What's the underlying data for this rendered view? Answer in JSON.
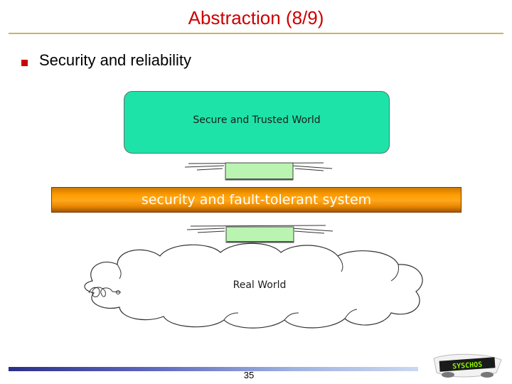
{
  "slide": {
    "title": "Abstraction (8/9)",
    "bullet": "Security and reliability",
    "page_number": "35"
  },
  "diagram": {
    "top_box_label": "Secure and Trusted World",
    "middle_bar_label": "security and fault-tolerant system",
    "cloud_label": "Real World"
  },
  "logo": {
    "text": "SYSCHOS"
  },
  "colors": {
    "title": "#cc0000",
    "secure_box": "#1ee3a8",
    "connector": "#b9f5b0",
    "bar": "#ff9c00"
  }
}
